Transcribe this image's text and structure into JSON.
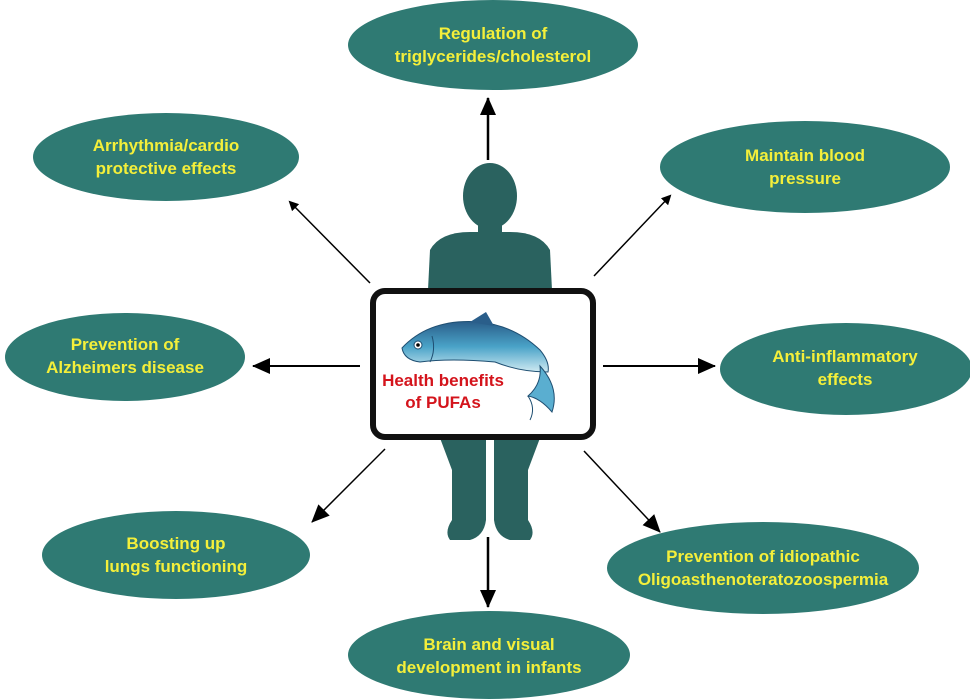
{
  "center": {
    "line1": "Health benefits",
    "line2": "of PUFAs"
  },
  "benefits": {
    "top": {
      "line1": "Regulation of",
      "line2": "triglycerides/cholesterol"
    },
    "top_left": {
      "line1": "Arrhythmia/cardio",
      "line2": "protective effects"
    },
    "top_right": {
      "line1": "Maintain blood",
      "line2": "pressure"
    },
    "left": {
      "line1": "Prevention of",
      "line2": "Alzheimers disease"
    },
    "right": {
      "line1": "Anti-inflammatory",
      "line2": "effects"
    },
    "bottom_left": {
      "line1": "Boosting up",
      "line2": "lungs functioning"
    },
    "bottom_right": {
      "line1": "Prevention of idiopathic",
      "line2": "Oligoasthenoteratozoospermia"
    },
    "bottom": {
      "line1": "Brain and visual",
      "line2": "development in infants"
    }
  },
  "colors": {
    "bubble": "#2f7a73",
    "text": "#f4ef3a",
    "center_text": "#d4141c",
    "figure": "#2a625f",
    "arrow": "#000000"
  }
}
